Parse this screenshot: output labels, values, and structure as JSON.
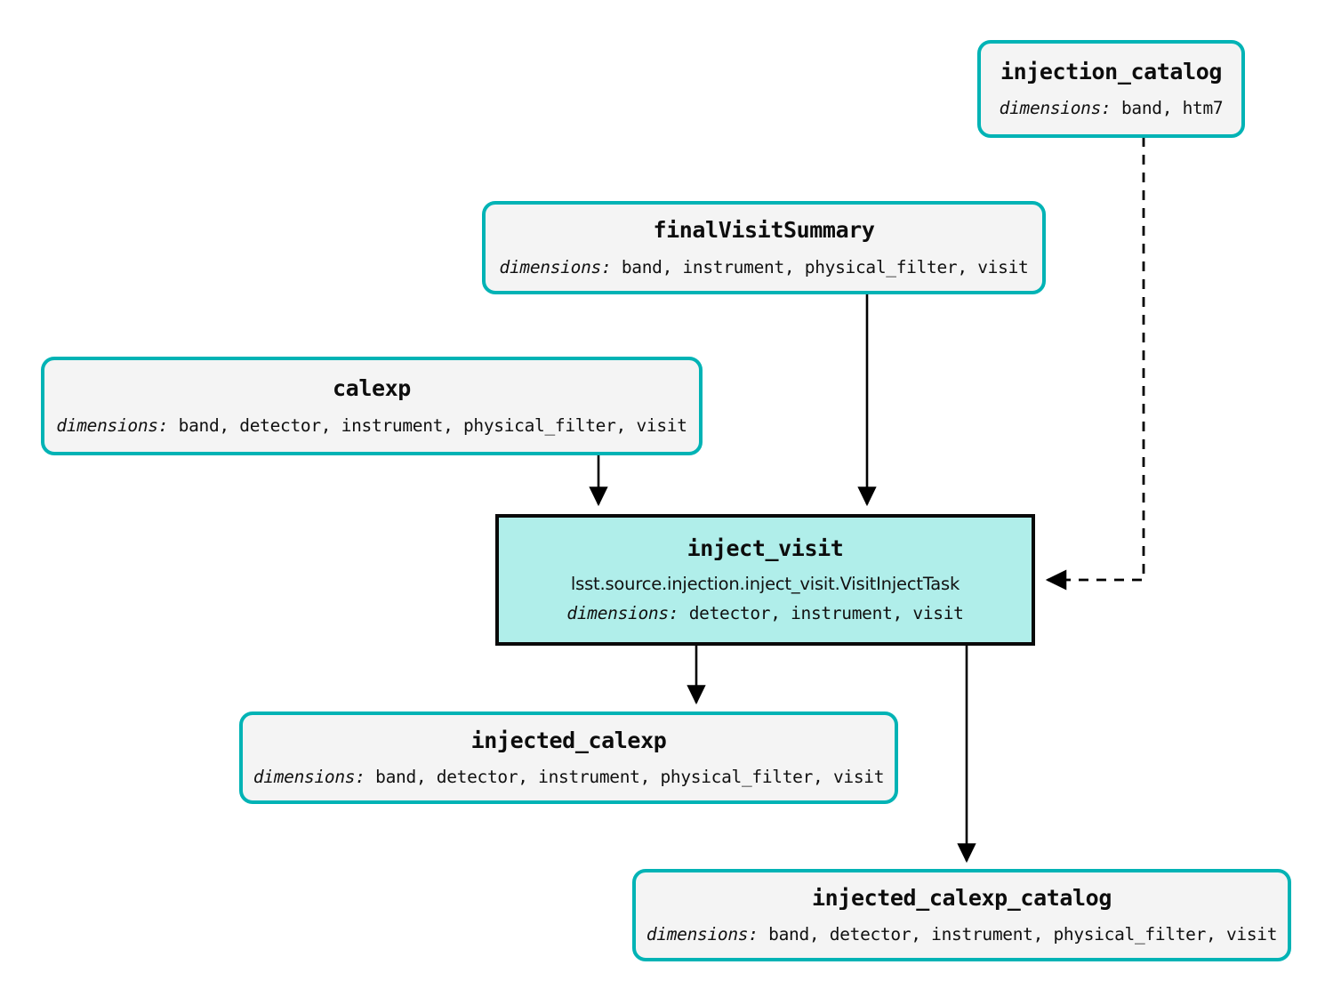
{
  "diagram": {
    "type": "pipeline-dag",
    "dimensions_label": "dimensions:",
    "colors": {
      "dataset_border": "#00b3b5",
      "dataset_fill": "#f4f4f4",
      "task_border": "#0a0a0a",
      "task_fill": "#b0eeea",
      "edge": "#000000",
      "background": "#ffffff"
    },
    "nodes": [
      {
        "id": "injection_catalog",
        "kind": "dataset",
        "title": "injection_catalog",
        "dimensions": "band, htm7"
      },
      {
        "id": "finalVisitSummary",
        "kind": "dataset",
        "title": "finalVisitSummary",
        "dimensions": "band, instrument, physical_filter, visit"
      },
      {
        "id": "calexp",
        "kind": "dataset",
        "title": "calexp",
        "dimensions": "band, detector, instrument, physical_filter, visit"
      },
      {
        "id": "inject_visit",
        "kind": "task",
        "title": "inject_visit",
        "class": "lsst.source.injection.inject_visit.VisitInjectTask",
        "dimensions": "detector, instrument, visit"
      },
      {
        "id": "injected_calexp",
        "kind": "dataset",
        "title": "injected_calexp",
        "dimensions": "band, detector, instrument, physical_filter, visit"
      },
      {
        "id": "injected_calexp_catalog",
        "kind": "dataset",
        "title": "injected_calexp_catalog",
        "dimensions": "band, detector, instrument, physical_filter, visit"
      }
    ],
    "edges": [
      {
        "from": "calexp",
        "to": "inject_visit",
        "style": "solid"
      },
      {
        "from": "finalVisitSummary",
        "to": "inject_visit",
        "style": "solid"
      },
      {
        "from": "injection_catalog",
        "to": "inject_visit",
        "style": "dashed"
      },
      {
        "from": "inject_visit",
        "to": "injected_calexp",
        "style": "solid"
      },
      {
        "from": "inject_visit",
        "to": "injected_calexp_catalog",
        "style": "solid"
      }
    ]
  }
}
